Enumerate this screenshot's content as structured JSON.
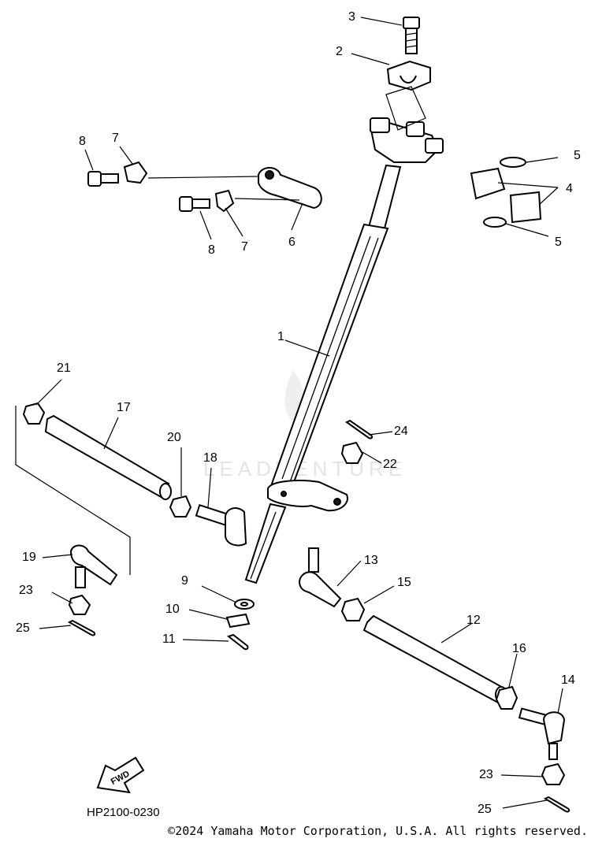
{
  "diagram": {
    "callouts": [
      "1",
      "2",
      "3",
      "4",
      "5",
      "5",
      "6",
      "7",
      "7",
      "8",
      "8",
      "9",
      "10",
      "11",
      "12",
      "13",
      "14",
      "15",
      "16",
      "17",
      "18",
      "19",
      "20",
      "21",
      "22",
      "23",
      "23",
      "24",
      "25",
      "25"
    ],
    "reference": "HP2100-0230",
    "fwd_label": "FWD",
    "watermark": "LEADVENTURE"
  },
  "footer": {
    "copyright": "©2024 Yamaha Motor Corporation, U.S.A. All rights reserved."
  }
}
